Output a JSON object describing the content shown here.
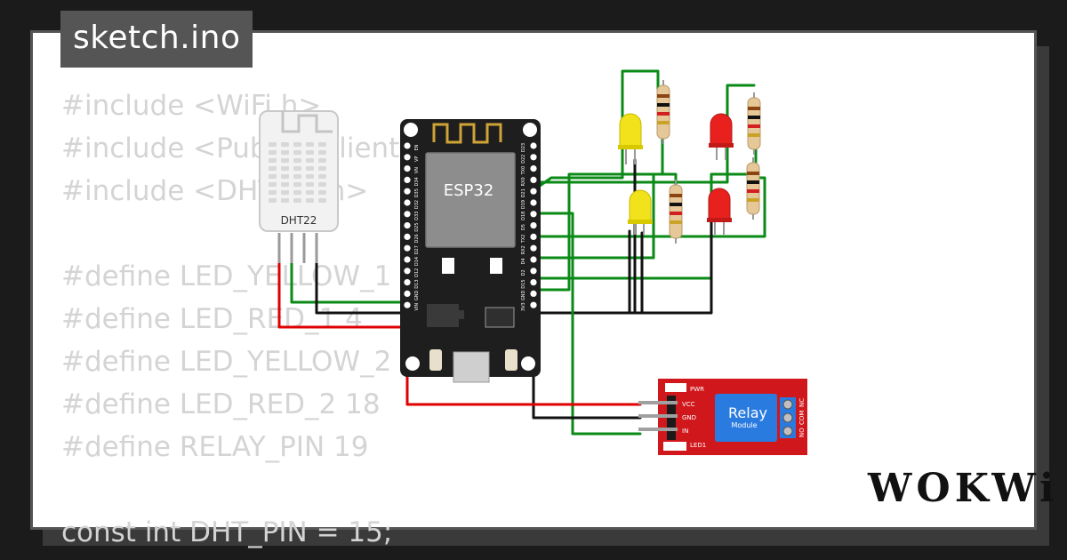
{
  "sketch": {
    "filename": "sketch.ino",
    "code_lines": [
      "#include <WiFi.h>",
      "#include <PubSubClient.h>",
      "#include <DHTesp.h>",
      "",
      "#define LED_YELLOW_1 2",
      "#define LED_RED_1 4",
      "#define LED_YELLOW_2 5",
      "#define LED_RED_2 18",
      "#define RELAY_PIN 19",
      "",
      "const int DHT_PIN = 15;"
    ]
  },
  "components": {
    "dht": {
      "label": "DHT22"
    },
    "esp32": {
      "label": "ESP32",
      "left_pins": [
        "EN",
        "VP",
        "VN",
        "D34",
        "D35",
        "D32",
        "D33",
        "D25",
        "D26",
        "D27",
        "D14",
        "D12",
        "D13",
        "GND",
        "VIN"
      ],
      "right_pins": [
        "D23",
        "D22",
        "TX0",
        "RX0",
        "D21",
        "D19",
        "D18",
        "D5",
        "TX2",
        "RX2",
        "D4",
        "D2",
        "D15",
        "GND",
        "3V3"
      ]
    },
    "relay": {
      "title": "Relay",
      "subtitle": "Module",
      "pins": [
        "VCC",
        "GND",
        "IN"
      ],
      "terminals": [
        "NO",
        "COM",
        "NC"
      ],
      "pwr_label": "PWR",
      "led_label": "LED1"
    },
    "leds": [
      {
        "color": "yellow",
        "hex": "#f2e21b"
      },
      {
        "color": "red",
        "hex": "#e8201e"
      },
      {
        "color": "yellow",
        "hex": "#f2e21b"
      },
      {
        "color": "red",
        "hex": "#e8201e"
      }
    ]
  },
  "colors": {
    "wire_green": "#0a8a16",
    "wire_black": "#111111",
    "wire_red": "#e00000",
    "board": "#1e1e1e",
    "relay_board": "#d0181c",
    "relay_block": "#2a7be0"
  },
  "brand": "WOKWi"
}
